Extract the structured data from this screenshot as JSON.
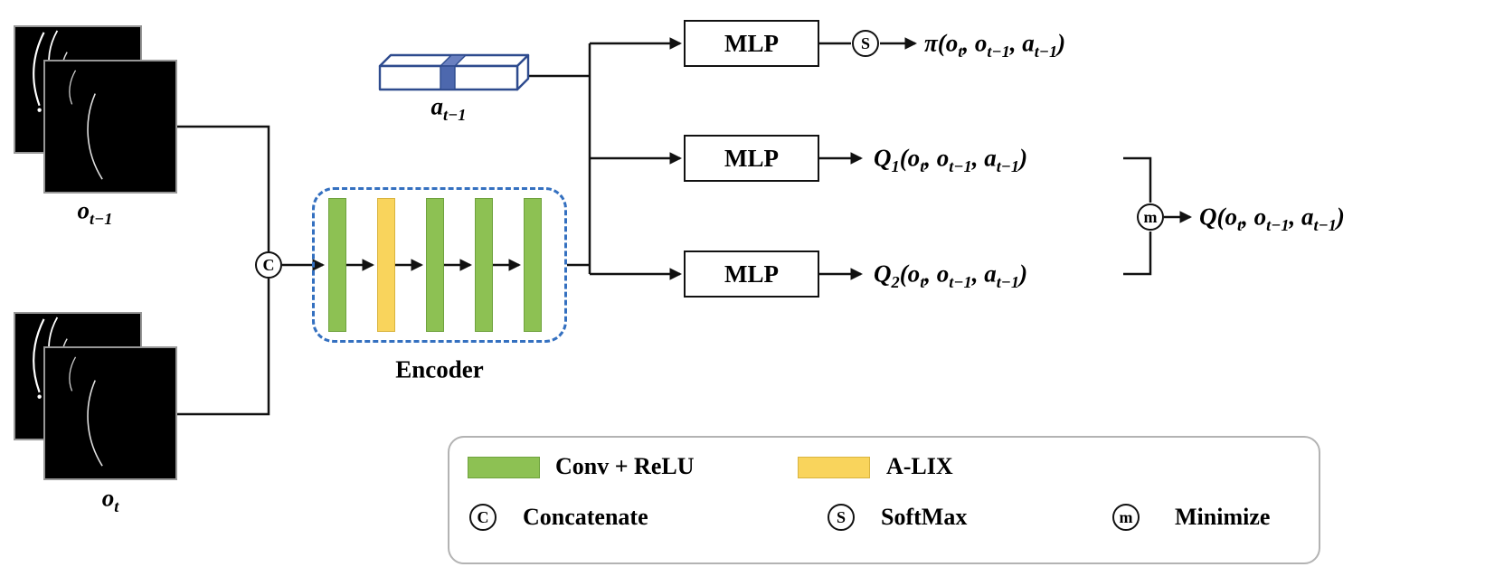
{
  "diagram": {
    "labels": {
      "obs_prev": "o_{t−1}",
      "obs_curr": "o_{t}",
      "action_prev": "a_{t−1}",
      "encoder": "Encoder",
      "mlp": "MLP",
      "policy_output": "π(o_{t}, o_{t−1}, a_{t−1})",
      "q1_output": "Q_{1}(o_{t}, o_{t−1}, a_{t−1})",
      "q2_output": "Q_{2}(o_{t}, o_{t−1}, a_{t−1})",
      "q_output": "Q(o_{t}, o_{t−1}, a_{t−1})"
    },
    "nodes": {
      "concatenate": "C",
      "softmax": "S",
      "minimize": "m"
    },
    "colors": {
      "conv_relu": "#8dc153",
      "alix": "#f9d45c",
      "encoder_border": "#3470c0",
      "action_outline": "#2e4b8e",
      "action_cell": "#4d68ae"
    }
  },
  "legend": {
    "items": [
      {
        "kind": "swatch",
        "symbol": "green-bar",
        "label": "Conv + ReLU"
      },
      {
        "kind": "swatch",
        "symbol": "yellow-bar",
        "label": "A-LIX"
      },
      {
        "kind": "node",
        "symbol": "C",
        "label": "Concatenate"
      },
      {
        "kind": "node",
        "symbol": "S",
        "label": "SoftMax"
      },
      {
        "kind": "node",
        "symbol": "m",
        "label": "Minimize"
      }
    ]
  }
}
